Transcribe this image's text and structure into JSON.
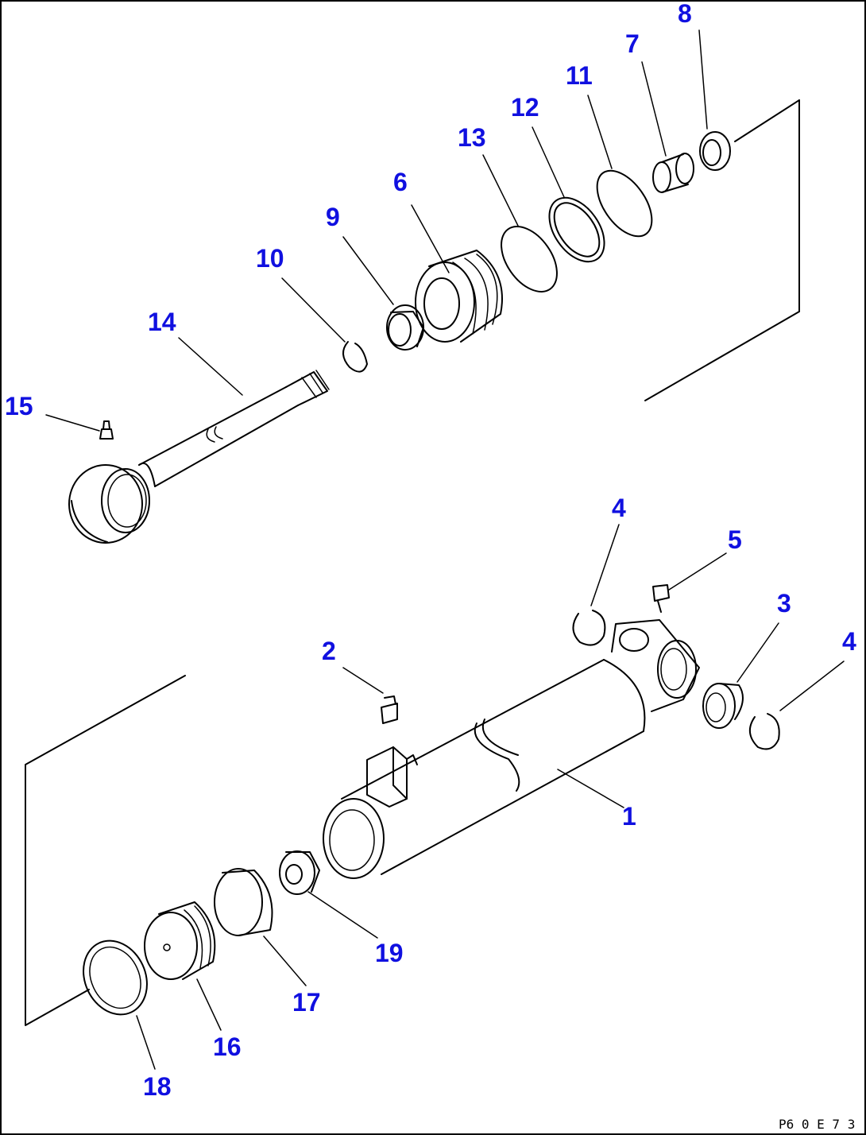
{
  "diagram": {
    "drawing_code": "P⁠6 0 E 7 3",
    "callouts": {
      "c1": "1",
      "c2": "2",
      "c3": "3",
      "c4a": "4",
      "c4b": "4",
      "c5": "5",
      "c6": "6",
      "c7": "7",
      "c8": "8",
      "c9": "9",
      "c10": "10",
      "c11": "11",
      "c12": "12",
      "c13": "13",
      "c14": "14",
      "c15": "15",
      "c16": "16",
      "c17": "17",
      "c18": "18",
      "c19": "19"
    },
    "colors": {
      "callout": "#1010e0",
      "line": "#000000",
      "background": "#ffffff"
    }
  }
}
